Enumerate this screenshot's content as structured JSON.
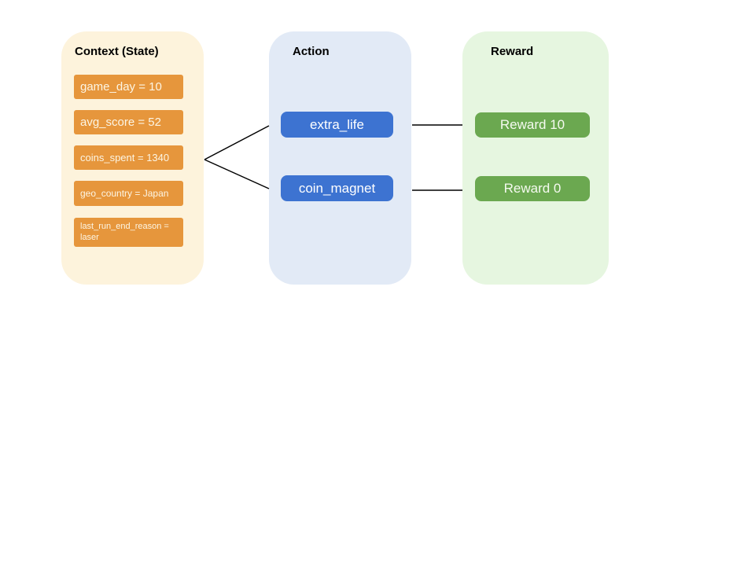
{
  "diagram": {
    "background_color": "#ffffff",
    "connector_color": "#000000",
    "columns": {
      "context": {
        "title": "Context (State)",
        "panel_color": "#FDF3DC",
        "chip_color": "#E6963C",
        "chip_text_color": "#FCF5E4",
        "chips": [
          "game_day = 10",
          "avg_score = 52",
          "coins_spent = 1340",
          "geo_country = Japan",
          "last_run_end_reason = laser"
        ]
      },
      "action": {
        "title": "Action",
        "panel_color": "#E2EAF6",
        "chip_color": "#3D73D1",
        "chip_text_color": "#FFFFFF",
        "chips": [
          "extra_life",
          "coin_magnet"
        ]
      },
      "reward": {
        "title": "Reward",
        "panel_color": "#E6F6E0",
        "chip_color": "#6BA850",
        "chip_text_color": "#F5FAF0",
        "chips": [
          "Reward 10",
          "Reward 0"
        ]
      }
    },
    "connectors": [
      {
        "from": "context",
        "to": "extra_life"
      },
      {
        "from": "context",
        "to": "coin_magnet"
      },
      {
        "from": "extra_life",
        "to": "Reward 10"
      },
      {
        "from": "coin_magnet",
        "to": "Reward 0"
      }
    ]
  }
}
